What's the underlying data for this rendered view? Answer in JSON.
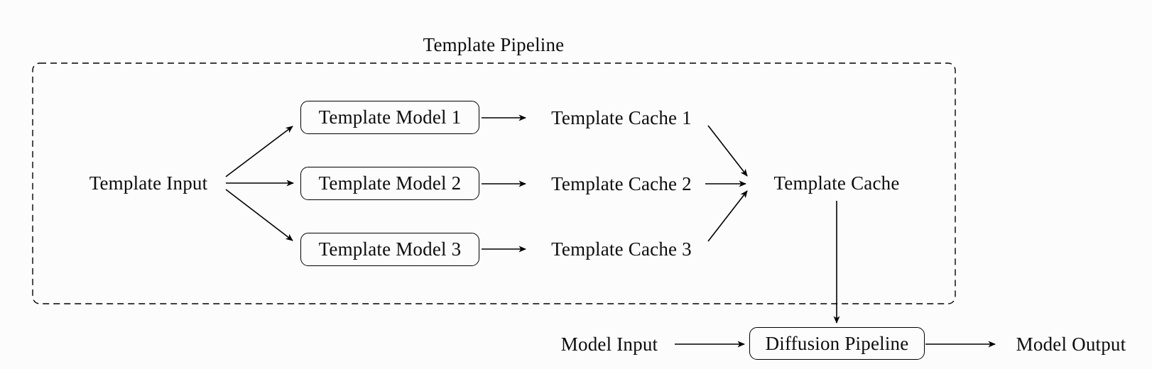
{
  "pipeline": {
    "title": "Template Pipeline",
    "input_label": "Template Input",
    "models": [
      "Template Model 1",
      "Template Model 2",
      "Template Model 3"
    ],
    "caches": [
      "Template Cache 1",
      "Template Cache 2",
      "Template Cache 3"
    ],
    "merged_cache_label": "Template Cache"
  },
  "bottom_flow": {
    "model_input_label": "Model Input",
    "diffusion_pipeline_label": "Diffusion Pipeline",
    "model_output_label": "Model Output"
  },
  "edges": [
    {
      "from": "Template Input",
      "to": "Template Model 1"
    },
    {
      "from": "Template Input",
      "to": "Template Model 2"
    },
    {
      "from": "Template Input",
      "to": "Template Model 3"
    },
    {
      "from": "Template Model 1",
      "to": "Template Cache 1"
    },
    {
      "from": "Template Model 2",
      "to": "Template Cache 2"
    },
    {
      "from": "Template Model 3",
      "to": "Template Cache 3"
    },
    {
      "from": "Template Cache 1",
      "to": "Template Cache"
    },
    {
      "from": "Template Cache 2",
      "to": "Template Cache"
    },
    {
      "from": "Template Cache 3",
      "to": "Template Cache"
    },
    {
      "from": "Template Cache",
      "to": "Diffusion Pipeline"
    },
    {
      "from": "Model Input",
      "to": "Diffusion Pipeline"
    },
    {
      "from": "Diffusion Pipeline",
      "to": "Model Output"
    }
  ],
  "colors": {
    "ink": "#000000",
    "background": "#fcfcfc"
  }
}
